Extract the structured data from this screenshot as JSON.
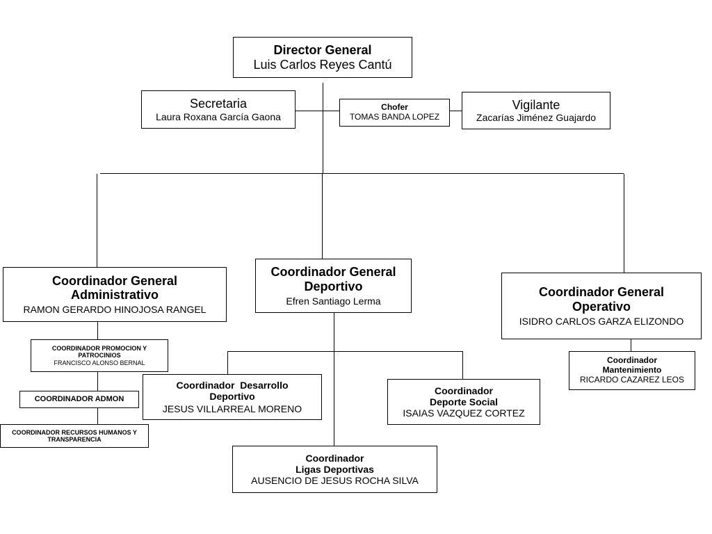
{
  "director": {
    "title": "Director General",
    "name": "Luis Carlos Reyes Cantú"
  },
  "secretaria": {
    "title": "Secretaria",
    "name": "Laura Roxana García Gaona"
  },
  "chofer": {
    "title": "Chofer",
    "name": "TOMAS BANDA LOPEZ"
  },
  "vigilante": {
    "title": "Vigilante",
    "name": "Zacarías Jiménez Guajardo"
  },
  "coord_admin": {
    "title": "Coordinador General Administrativo",
    "name": "RAMON GERARDO HINOJOSA RANGEL"
  },
  "coord_deportivo": {
    "title": "Coordinador General Deportivo",
    "name": "Efren Santiago Lerma"
  },
  "coord_operativo": {
    "title": "Coordinador General Operativo",
    "name": "ISIDRO CARLOS GARZA ELIZONDO"
  },
  "promocion": {
    "title": "COORDINADOR PROMOCION Y PATROCINIOS",
    "name": "FRANCISCO ALONSO BERNAL"
  },
  "admon": {
    "title": "COORDINADOR ADMON"
  },
  "rrhh": {
    "title": "COORDINADOR RECURSOS HUMANOS Y TRANSPARENCIA"
  },
  "desarrollo": {
    "title": "Coordinador  Desarrollo Deportivo",
    "name": "JESUS VILLARREAL MORENO"
  },
  "social": {
    "title_l1": "Coordinador",
    "title_l2": "Deporte Social",
    "name": "ISAIAS VAZQUEZ CORTEZ"
  },
  "ligas": {
    "title_l1": "Coordinador",
    "title_l2": "Ligas Deportivas",
    "name": "AUSENCIO DE JESUS ROCHA SILVA"
  },
  "mantenimiento": {
    "title_l1": "Coordinador",
    "title_l2": "Mantenimiento",
    "name": "RICARDO CAZAREZ LEOS"
  }
}
